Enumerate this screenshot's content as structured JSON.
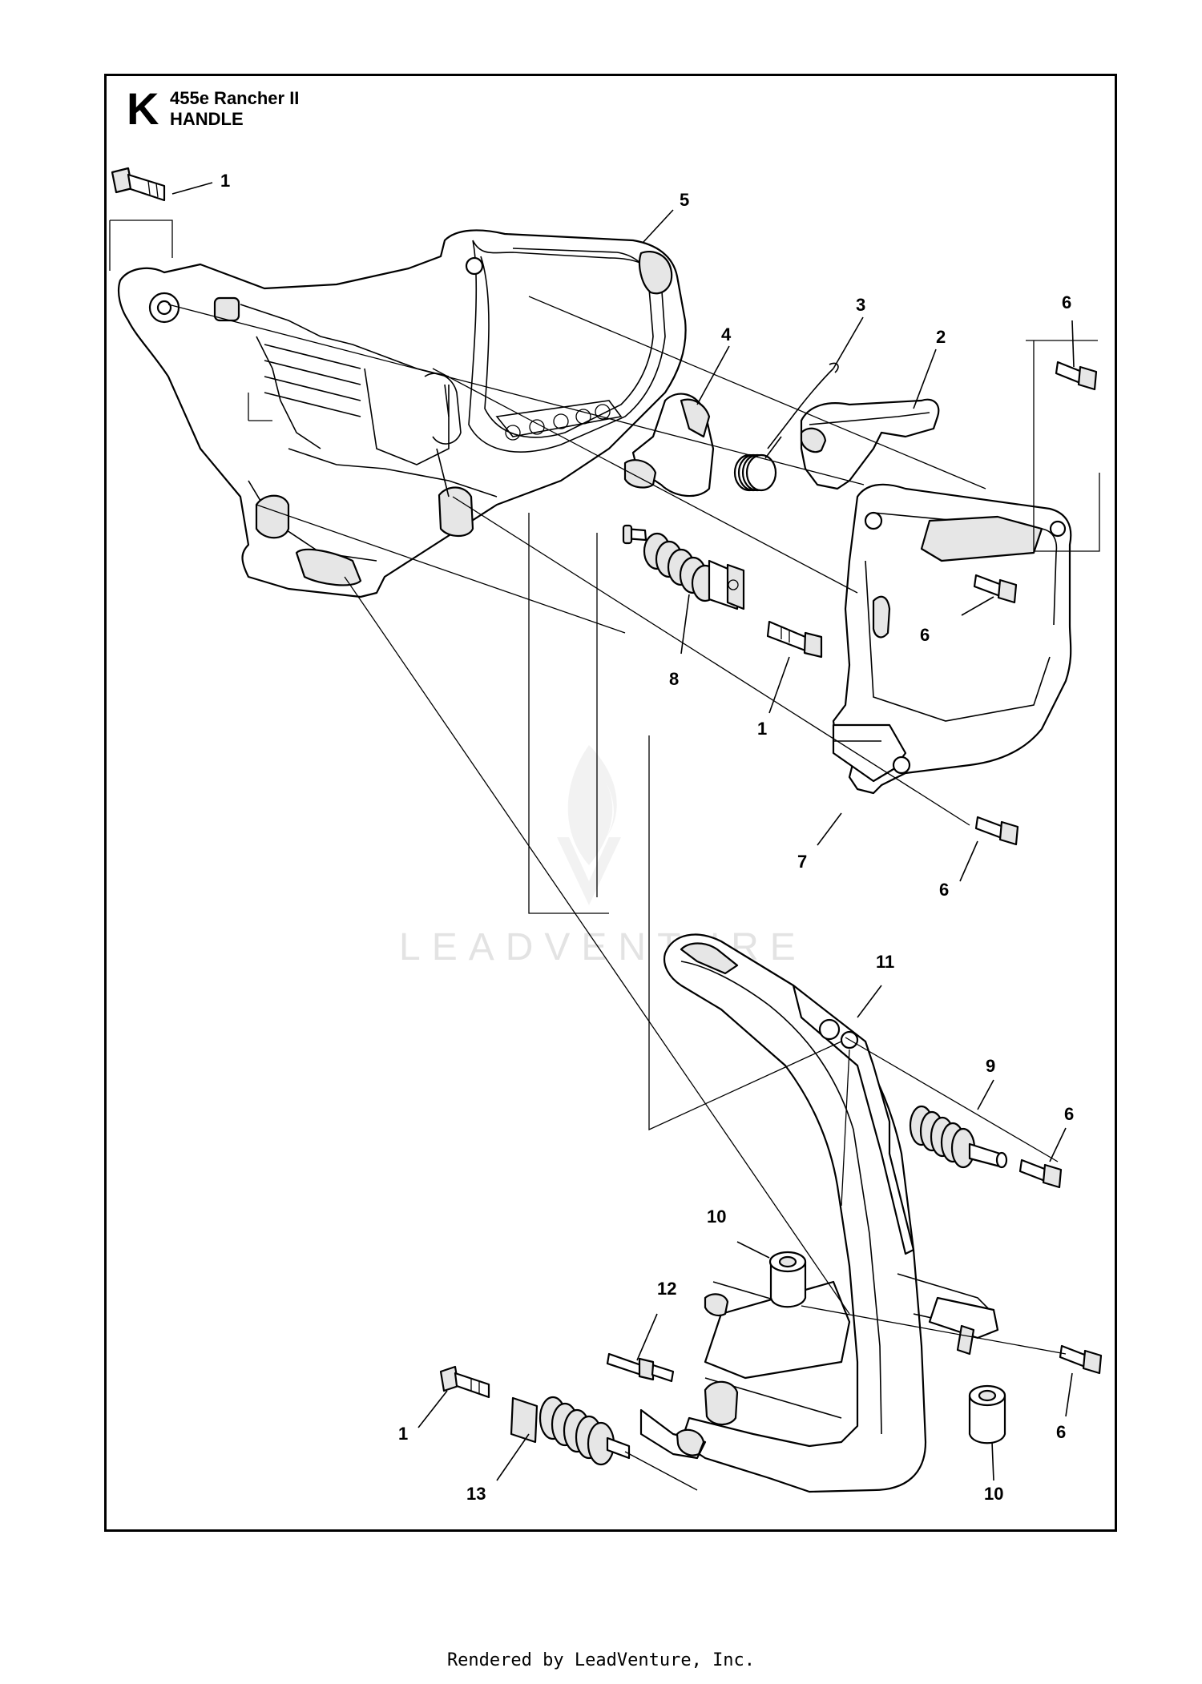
{
  "header": {
    "section_letter": "K",
    "model": "455e Rancher II",
    "assembly": "HANDLE"
  },
  "watermark": "LEADVENTURE",
  "footer": "Rendered by LeadVenture, Inc.",
  "callouts": [
    {
      "id": "c1a",
      "label": "1"
    },
    {
      "id": "c5",
      "label": "5"
    },
    {
      "id": "c3",
      "label": "3"
    },
    {
      "id": "c4",
      "label": "4"
    },
    {
      "id": "c2",
      "label": "2"
    },
    {
      "id": "c6a",
      "label": "6"
    },
    {
      "id": "c6b",
      "label": "6"
    },
    {
      "id": "c8",
      "label": "8"
    },
    {
      "id": "c1b",
      "label": "1"
    },
    {
      "id": "c7",
      "label": "7"
    },
    {
      "id": "c6c",
      "label": "6"
    },
    {
      "id": "c11",
      "label": "11"
    },
    {
      "id": "c9",
      "label": "9"
    },
    {
      "id": "c6d",
      "label": "6"
    },
    {
      "id": "c10a",
      "label": "10"
    },
    {
      "id": "c12",
      "label": "12"
    },
    {
      "id": "c1c",
      "label": "1"
    },
    {
      "id": "c6e",
      "label": "6"
    },
    {
      "id": "c10b",
      "label": "10"
    },
    {
      "id": "c13",
      "label": "13"
    }
  ]
}
